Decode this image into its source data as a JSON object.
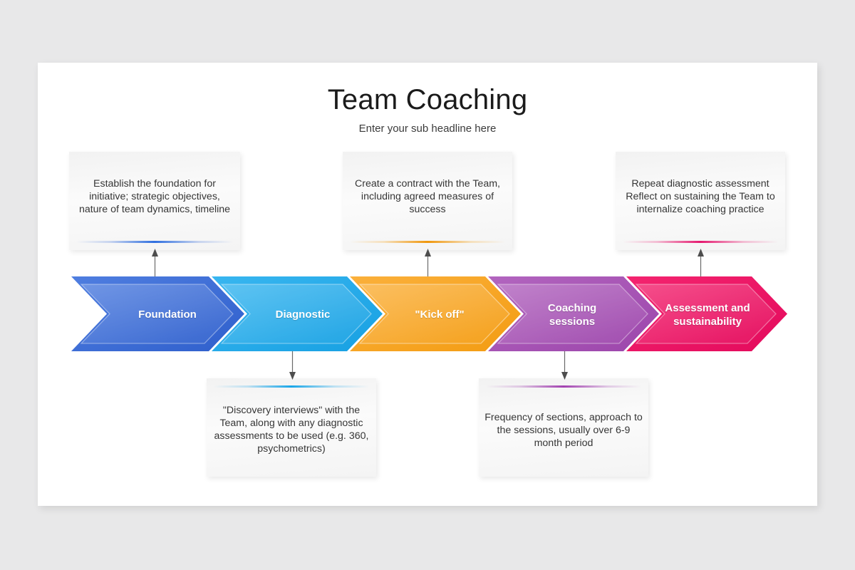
{
  "slide": {
    "title": "Team Coaching",
    "subtitle": "Enter your sub headline here"
  },
  "colors": {
    "background": "#e8e8e9",
    "card": "#ffffff",
    "stage_foundation": "#3b6fd4",
    "stage_diagnostic": "#29abe8",
    "stage_kickoff": "#f5a623",
    "stage_coaching": "#a855b5",
    "stage_assessment": "#ec1163",
    "text_dark": "#363636",
    "text_white": "#ffffff"
  },
  "process": {
    "stages": [
      {
        "id": "foundation",
        "label": "Foundation",
        "color": "#3b6fd4",
        "accent": "#2f6fe0"
      },
      {
        "id": "diagnostic",
        "label": "Diagnostic",
        "color": "#29abe8",
        "accent": "#19a6e8"
      },
      {
        "id": "kickoff",
        "label": "\"Kick off\"",
        "color": "#f5a623",
        "accent": "#f0970c"
      },
      {
        "id": "coaching",
        "label": "Coaching\nsessions",
        "color": "#a855b5",
        "accent": "#a242b0"
      },
      {
        "id": "assessment",
        "label": "Assessment and\nsustainability",
        "color": "#ec1163",
        "accent": "#e51a70"
      }
    ]
  },
  "callouts": {
    "foundation": {
      "text": "Establish the foundation for initiative; strategic objectives, nature of team dynamics, timeline",
      "position": "above",
      "accent": "#2f6fe0"
    },
    "diagnostic": {
      "text": "\"Discovery interviews\" with the Team, along with any diagnostic assessments  to be used (e.g. 360, psychometrics)",
      "position": "below",
      "accent": "#19a6e8"
    },
    "kickoff": {
      "text": "Create a contract with the Team, including agreed measures  of success",
      "position": "above",
      "accent": "#f0970c"
    },
    "coaching": {
      "text": "Frequency of sections, approach to the sessions, usually over 6-9 month period",
      "position": "below",
      "accent": "#a242b0"
    },
    "assessment": {
      "text": "Repeat diagnostic assessment Reflect on sustaining the Team to internalize coaching practice",
      "position": "above",
      "accent": "#e51a70"
    }
  }
}
